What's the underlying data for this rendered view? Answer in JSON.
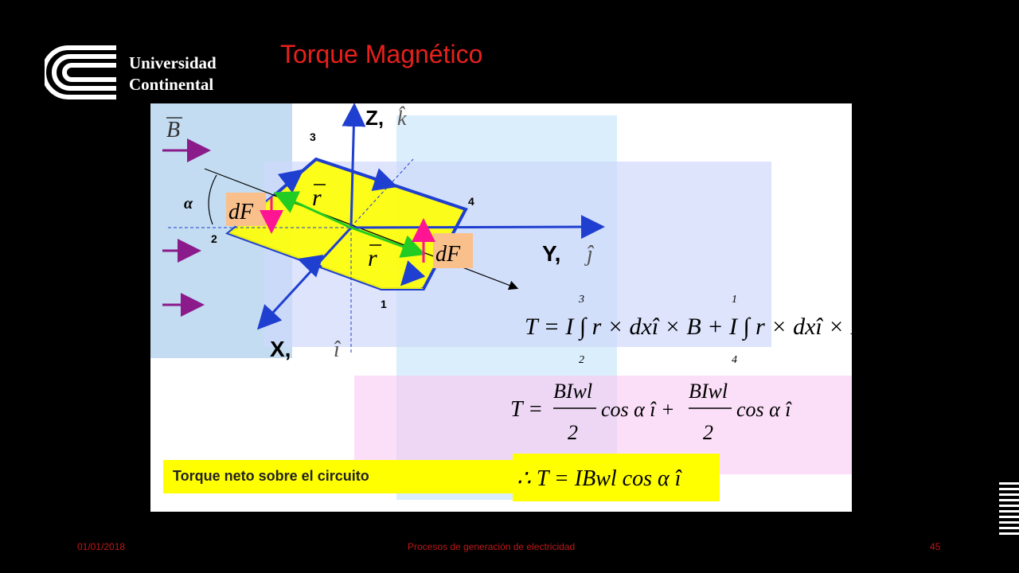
{
  "slide": {
    "title": "Torque Magnético",
    "logo": {
      "line1": "Universidad",
      "line2": "Continental"
    },
    "footer": {
      "date": "01/01/2018",
      "center": "Procesos de generación de electricidad",
      "page": "45"
    }
  },
  "figure": {
    "b_label": "B",
    "alpha_label": "α",
    "z_label": "Z,",
    "z_unit": "k̂",
    "y_label": "Y,",
    "y_unit": "ĵ",
    "x_label": "X,",
    "x_unit": "î",
    "corner_1": "1",
    "corner_2": "2",
    "corner_3": "3",
    "corner_4": "4",
    "r_label": "r",
    "df_label": "dF",
    "eq1": "T = I ∫ r × dxî × B + I ∫ r × dxî × B",
    "eq1_lower_a": "2",
    "eq1_upper_a": "3",
    "eq1_lower_b": "4",
    "eq1_upper_b": "1",
    "eq2_T": "T =",
    "eq2_num": "BIwl",
    "eq2_den": "2",
    "eq2_term1": "cos  α î +",
    "eq2_term2": "cos  α î",
    "eq3": "∴   T = IBwl  cos  α î",
    "net_torque": "Torque neto sobre el circuito",
    "colors": {
      "axis": "#1f3fd0",
      "loop_fill": "#ffff00",
      "arrow_b": "#8b1a8b",
      "r_vector": "#22cc22",
      "df_vector": "#ff1493",
      "df_box": "#f9c08c"
    }
  }
}
